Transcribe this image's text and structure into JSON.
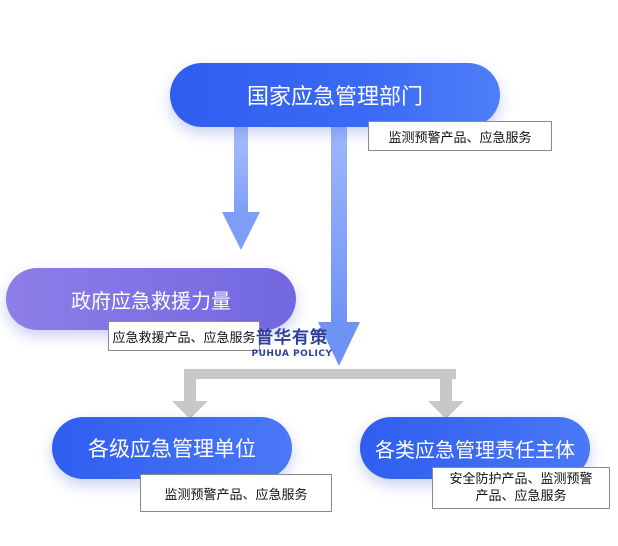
{
  "nodes": {
    "top": {
      "title": "国家应急管理部门",
      "label": "监测预警产品、应急服务"
    },
    "gov": {
      "title": "政府应急救援力量",
      "label": "应急救援产品、应急服务"
    },
    "left": {
      "title": "各级应急管理单位",
      "label": "监测预警产品、应急服务"
    },
    "right": {
      "title": "各类应急管理责任主体",
      "label_lines": [
        "安全防护产品、监测预警",
        "产品、应急服务"
      ]
    }
  },
  "watermark": {
    "cn": "普华有策",
    "en": "PUHUA POLICY"
  },
  "colors": {
    "primary_blue": "#2f5df0",
    "purple": "#7c70e4",
    "connector_gray": "#c8c8c8",
    "arrow_blue": "#8aa8f8"
  }
}
